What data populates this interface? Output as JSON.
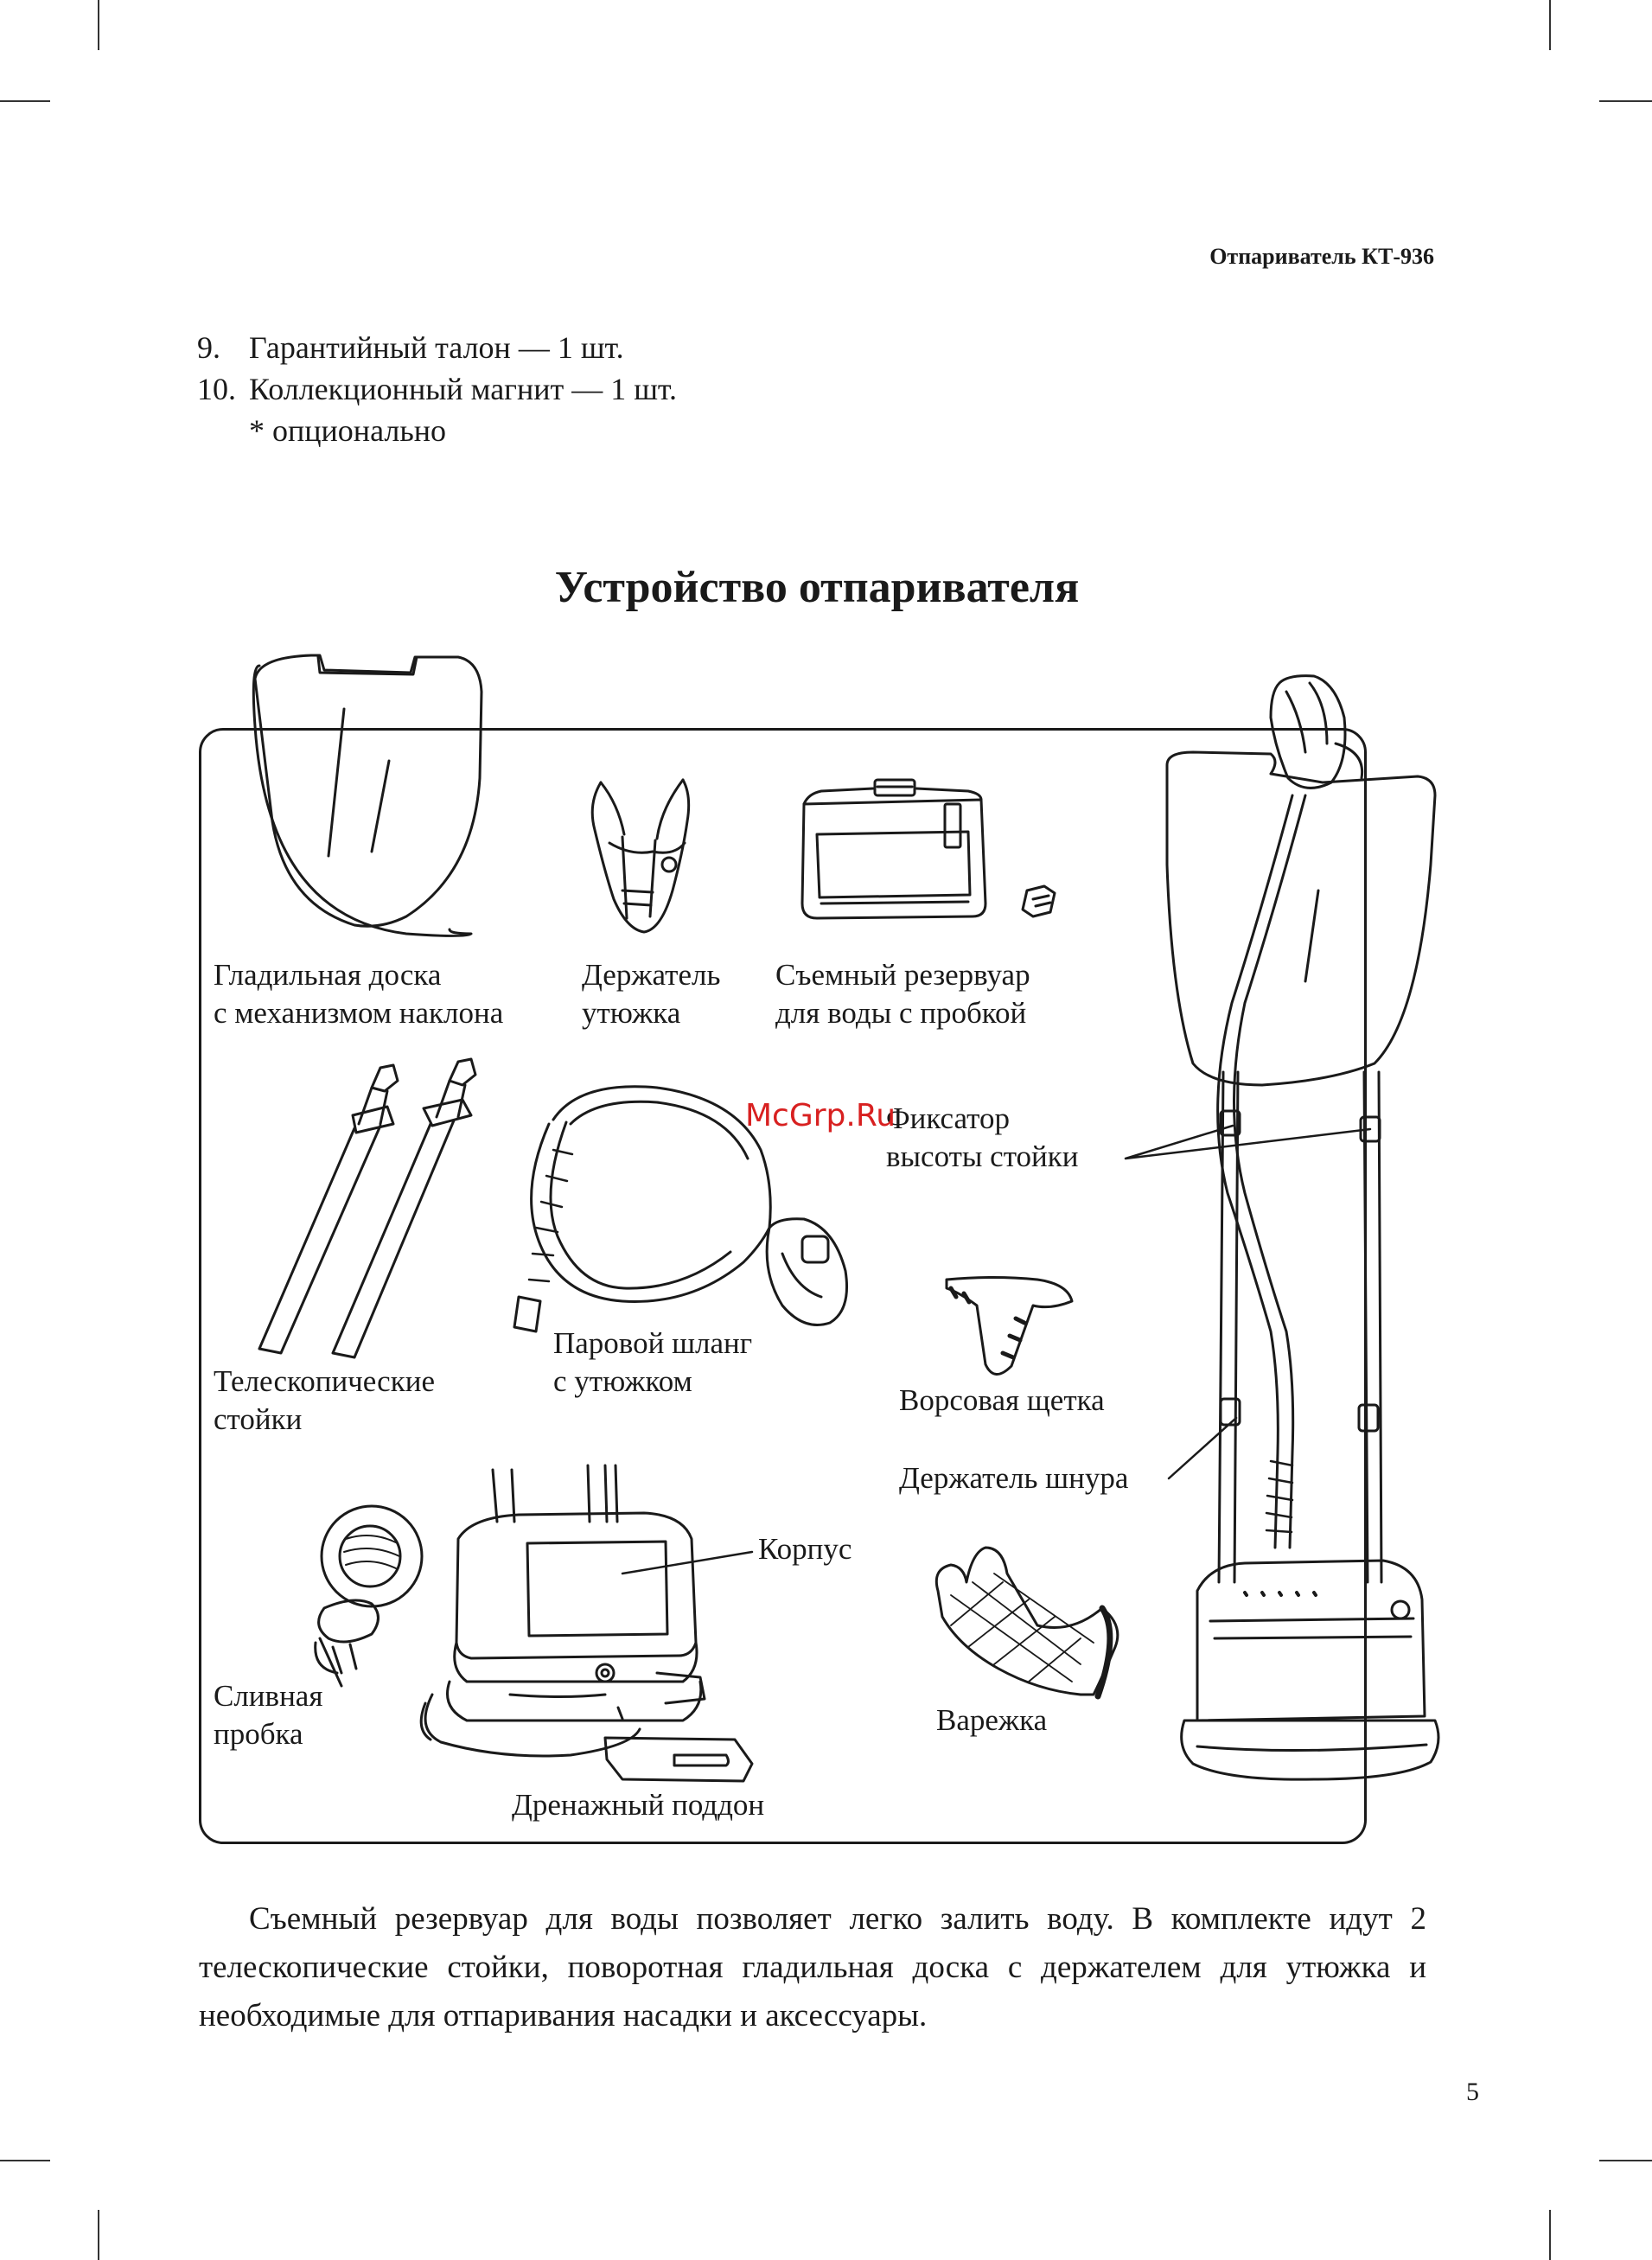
{
  "header": {
    "title": "Отпариватель КТ-936"
  },
  "list": [
    {
      "num": "9.",
      "text": "Гарантийный талон — 1 шт."
    },
    {
      "num": "10.",
      "text": "Коллекционный магнит — 1 шт."
    },
    {
      "num": "",
      "text": "* опционально"
    }
  ],
  "section_title": "Устройство отпаривателя",
  "labels": {
    "board": [
      "Гладильная доска",
      "с механизмом наклона"
    ],
    "iron_holder": [
      "Держатель",
      "утюжка"
    ],
    "tank": [
      "Съемный резервуар",
      "для воды с пробкой"
    ],
    "height_lock": [
      "Фиксатор",
      "высоты стойки"
    ],
    "poles": [
      "Телескопические",
      "стойки"
    ],
    "hose": [
      "Паровой шланг",
      "с утюжком"
    ],
    "brush": "Ворсовая щетка",
    "cord_holder": "Держатель шнура",
    "body": "Корпус",
    "plug": [
      "Сливная",
      "пробка"
    ],
    "mitten": "Варежка",
    "drip_tray": "Дренажный поддон"
  },
  "watermark": "McGrp.Ru",
  "paragraph": "Съемный резервуар для воды позволяет легко залить воду. В комплекте идут 2 телескопические стойки, поворотная гладильная доска с держателем для утюжка и необходимые для отпаривания насадки и аксессуары.",
  "page_number": "5"
}
